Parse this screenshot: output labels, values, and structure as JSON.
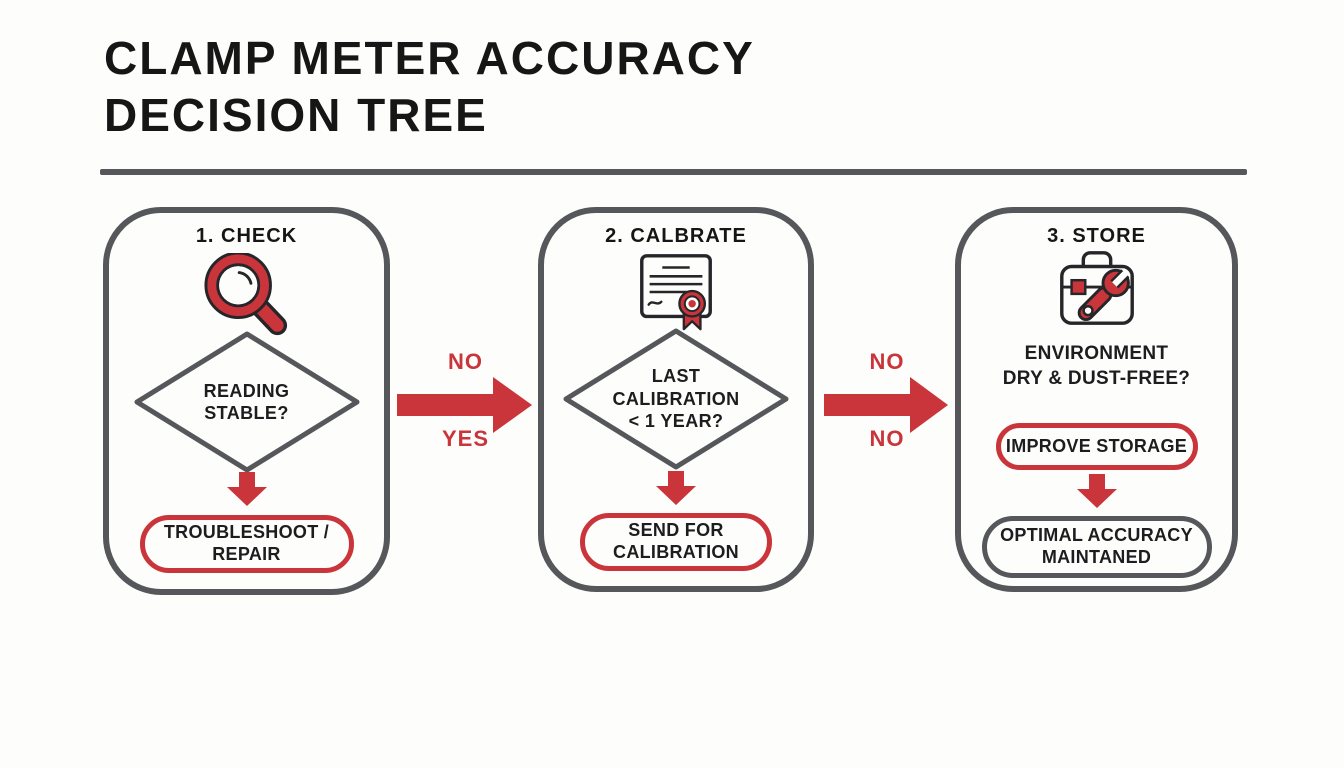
{
  "title": {
    "line1": "CLAMP METER ACCURACY",
    "line2": "DECISION TREE"
  },
  "colors": {
    "accent_red": "#c9353a",
    "border_gray": "#55575a",
    "text": "#1d1d1f",
    "background": "#fdfdfc"
  },
  "panels": [
    {
      "heading": "1. CHECK",
      "icon": "magnifier-icon",
      "decision_lines": [
        "READING",
        "STABLE?"
      ],
      "outcome_lines": [
        "TROUBLESHOOT /",
        "REPAIR"
      ]
    },
    {
      "heading": "2. CALBRATE",
      "icon": "certificate-icon",
      "decision_lines": [
        "LAST",
        "CALIBRATION",
        "< 1 YEAR?"
      ],
      "outcome_lines": [
        "SEND FOR",
        "CALIBRATION"
      ]
    },
    {
      "heading": "3. STORE",
      "icon": "toolbox-icon",
      "question_lines": [
        "ENVIRONMENT",
        "DRY & DUST-FREE?"
      ],
      "action_label": "IMPROVE STORAGE",
      "outcome_lines": [
        "OPTIMAL ACCURACY",
        "MAINTANED"
      ]
    }
  ],
  "connectors": [
    {
      "label_top": "NO",
      "label_bottom": "YES"
    },
    {
      "label_top": "NO",
      "label_bottom": "NO"
    }
  ]
}
